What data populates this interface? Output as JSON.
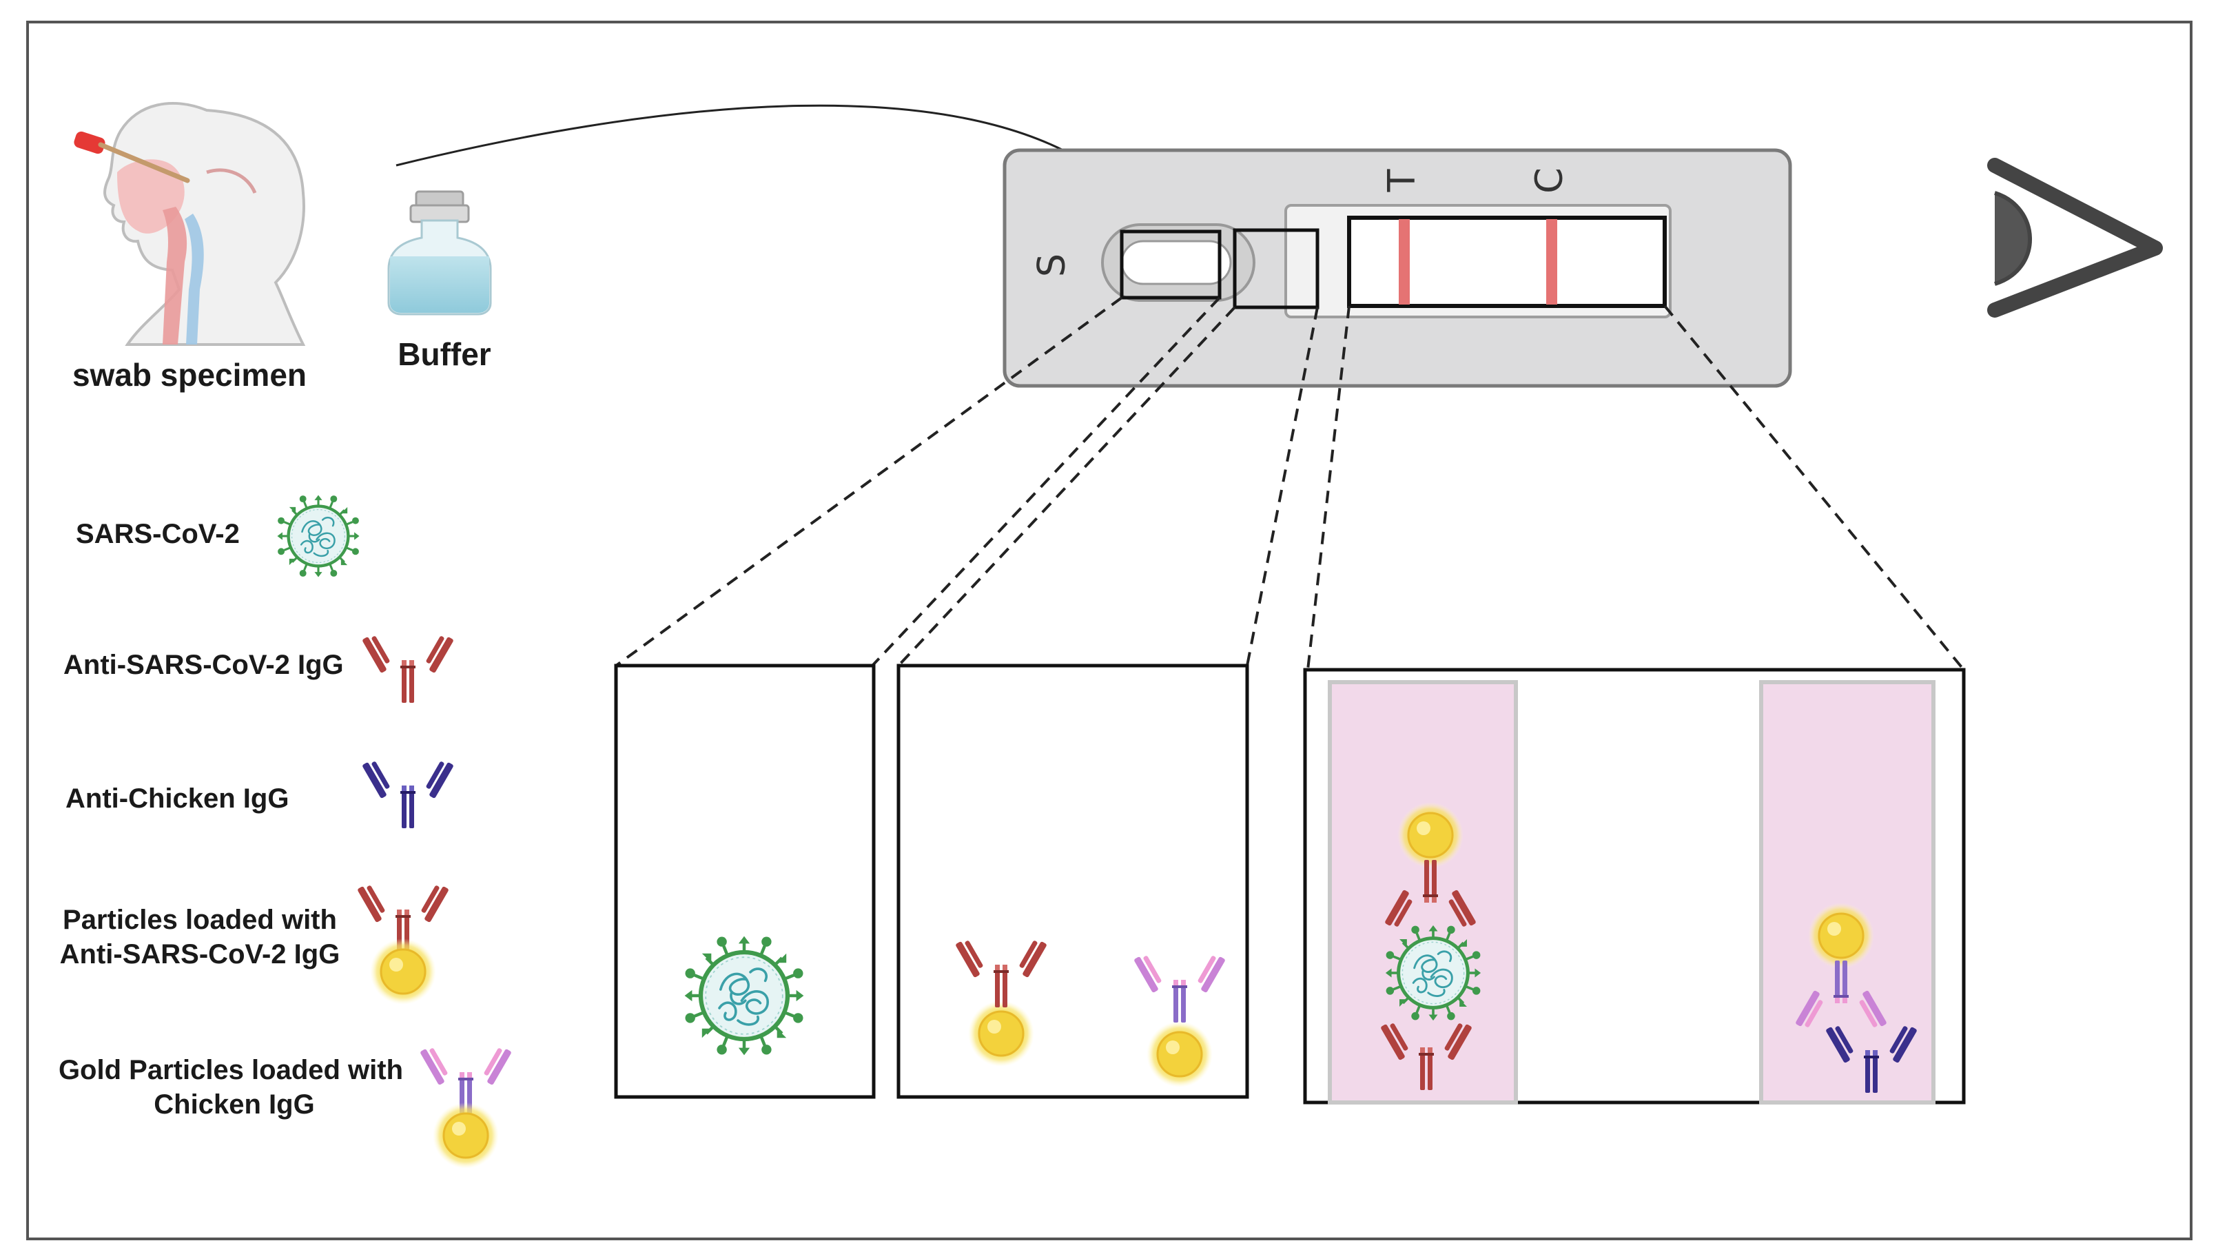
{
  "labels": {
    "swab_specimen": "swab specimen",
    "buffer": "Buffer"
  },
  "strip": {
    "sample_letter": "S",
    "test_letter": "T",
    "control_letter": "C"
  },
  "legend": {
    "sars_cov_2": "SARS-CoV-2",
    "anti_sars_igg": "Anti-SARS-CoV-2 IgG",
    "anti_chicken_igg": "Anti-Chicken IgG",
    "particles_line1": "Particles loaded with",
    "particles_line2": "Anti-SARS-CoV-2 IgG",
    "gold_line1": "Gold Particles loaded with",
    "gold_line2": "Chicken IgG"
  },
  "colors": {
    "virus_green": "#3f9a4c",
    "virus_core": "#e6f4f4",
    "virus_rna": "#3aa0a8",
    "anti_sars_red": "#b0413e",
    "anti_chicken_purple": "#3a2f8c",
    "chicken_igg_pink": "#c983d6",
    "gold": "#f3d23c",
    "band_red": "#e57373",
    "zone_pink": "#f2d9ea"
  }
}
